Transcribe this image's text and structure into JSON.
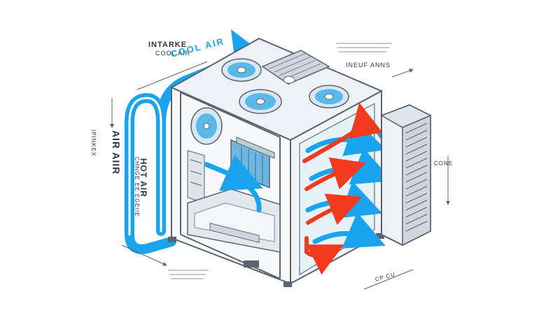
{
  "labels": {
    "intake": "INTARKE",
    "intake_sub": "COOL AIR",
    "cool_air_arrow": "COOL AIR",
    "inlet_fans": "INEUF ANNS",
    "left_side_note": "IPINKEX",
    "air_flow_vertical": "AIR AIIR",
    "hot_air": "HOT AIR",
    "change_note": "CHNGE EE EGEIIE",
    "right_side_note": "CONE",
    "bottom_note": "CP CU"
  },
  "colors": {
    "cool_air": "#1aa3ee",
    "hot_air": "#f23a1f",
    "frame": "#5a6470",
    "panel": "#e9eef3",
    "fan_blade": "#5bb8ea"
  }
}
